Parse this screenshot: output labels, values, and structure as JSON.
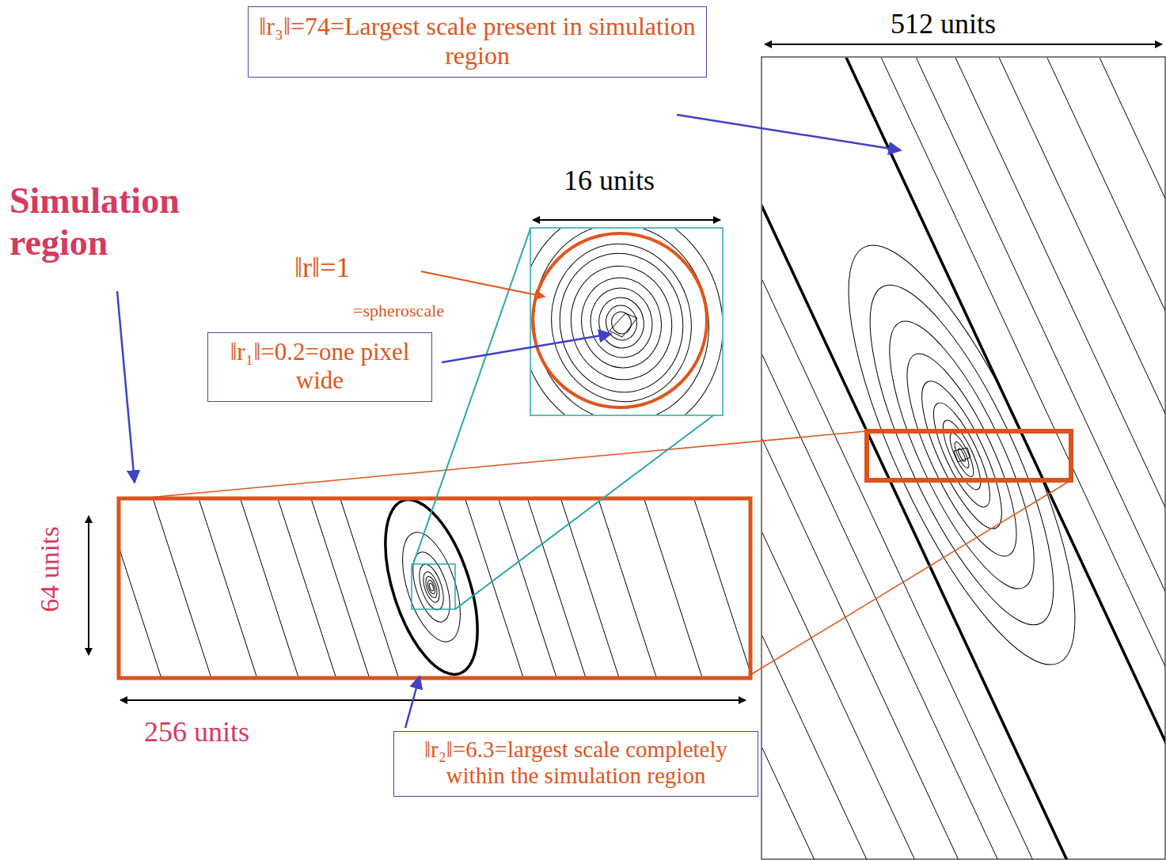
{
  "diagram": {
    "nodes": [
      {
        "text": [
          "‖r₃‖=74=Largest scale present in simulation region"
        ]
      },
      {
        "text": [
          "‖r₁‖=0.2=one pixel wide"
        ]
      },
      {
        "text": [
          "‖r₂‖=6.3=largest scale completely within the simulation region"
        ]
      }
    ],
    "labels": [
      "512 units",
      "16 units",
      "Simulation region",
      "‖r‖=1",
      "=spheroscale",
      "64 units",
      "256 units"
    ]
  }
}
